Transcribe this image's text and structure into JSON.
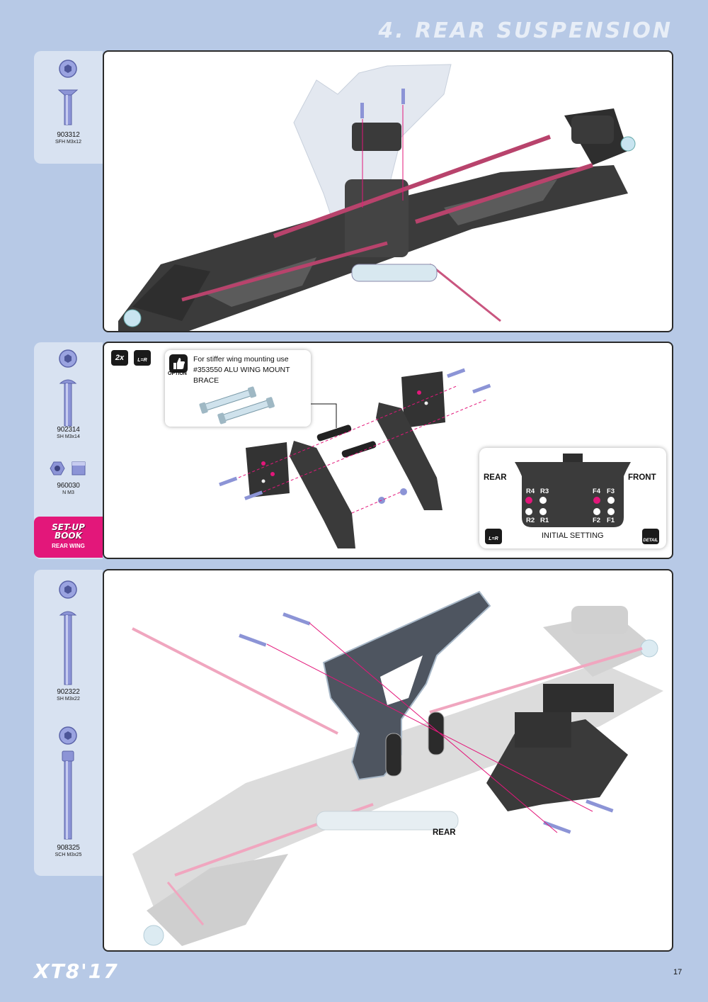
{
  "header": {
    "title": "4. REAR SUSPENSION"
  },
  "parts_step1": [
    {
      "code": "903312",
      "size": "SFH M3x12"
    }
  ],
  "parts_step2": [
    {
      "code": "902314",
      "size": "SH M3x14"
    },
    {
      "code": "960030",
      "size": "N M3"
    }
  ],
  "setup_book": {
    "title": "SET-UP\nBOOK",
    "subtitle": "REAR WING"
  },
  "parts_step3": [
    {
      "code": "902322",
      "size": "SH M3x22"
    },
    {
      "code": "908325",
      "size": "SCH M3x25"
    }
  ],
  "step2": {
    "quantity_badge": "2x",
    "lr_badge": "L=R",
    "option": {
      "label": "OPTION",
      "line1": "For stiffer wing mounting use",
      "line2": "#353550 ALU WING MOUNT BRACE"
    },
    "setting": {
      "rear_label": "REAR",
      "front_label": "FRONT",
      "rear_positions": [
        "R4",
        "R3",
        "R2",
        "R1"
      ],
      "front_positions": [
        "F4",
        "F3",
        "F2",
        "F1"
      ],
      "initial_setting": "INITIAL SETTING",
      "lr_badge": "L=R",
      "detail_label": "DETAIL"
    }
  },
  "step3": {
    "rear_label": "REAR"
  },
  "footer": {
    "logo": "XT8'17",
    "page_number": "17"
  },
  "colors": {
    "page_bg": "#b7c9e6",
    "panel_bg": "#d8e2f1",
    "accent": "#e3177a",
    "screw": "#8c94d6"
  }
}
